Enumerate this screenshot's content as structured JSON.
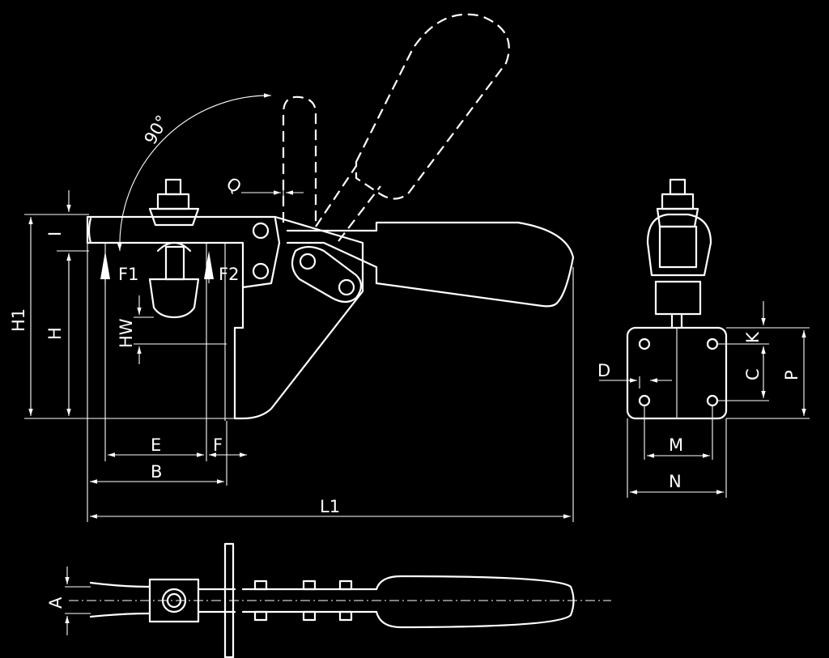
{
  "labels": {
    "angle": "90°",
    "q": "Q",
    "h1": "H1",
    "i": "I",
    "h": "H",
    "hw": "HW",
    "f1": "F1",
    "f2": "F2",
    "e": "E",
    "f": "F",
    "b": "B",
    "l1": "L1",
    "d": "D",
    "m": "M",
    "n": "N",
    "c": "C",
    "k": "K",
    "p": "P",
    "a": "A"
  }
}
